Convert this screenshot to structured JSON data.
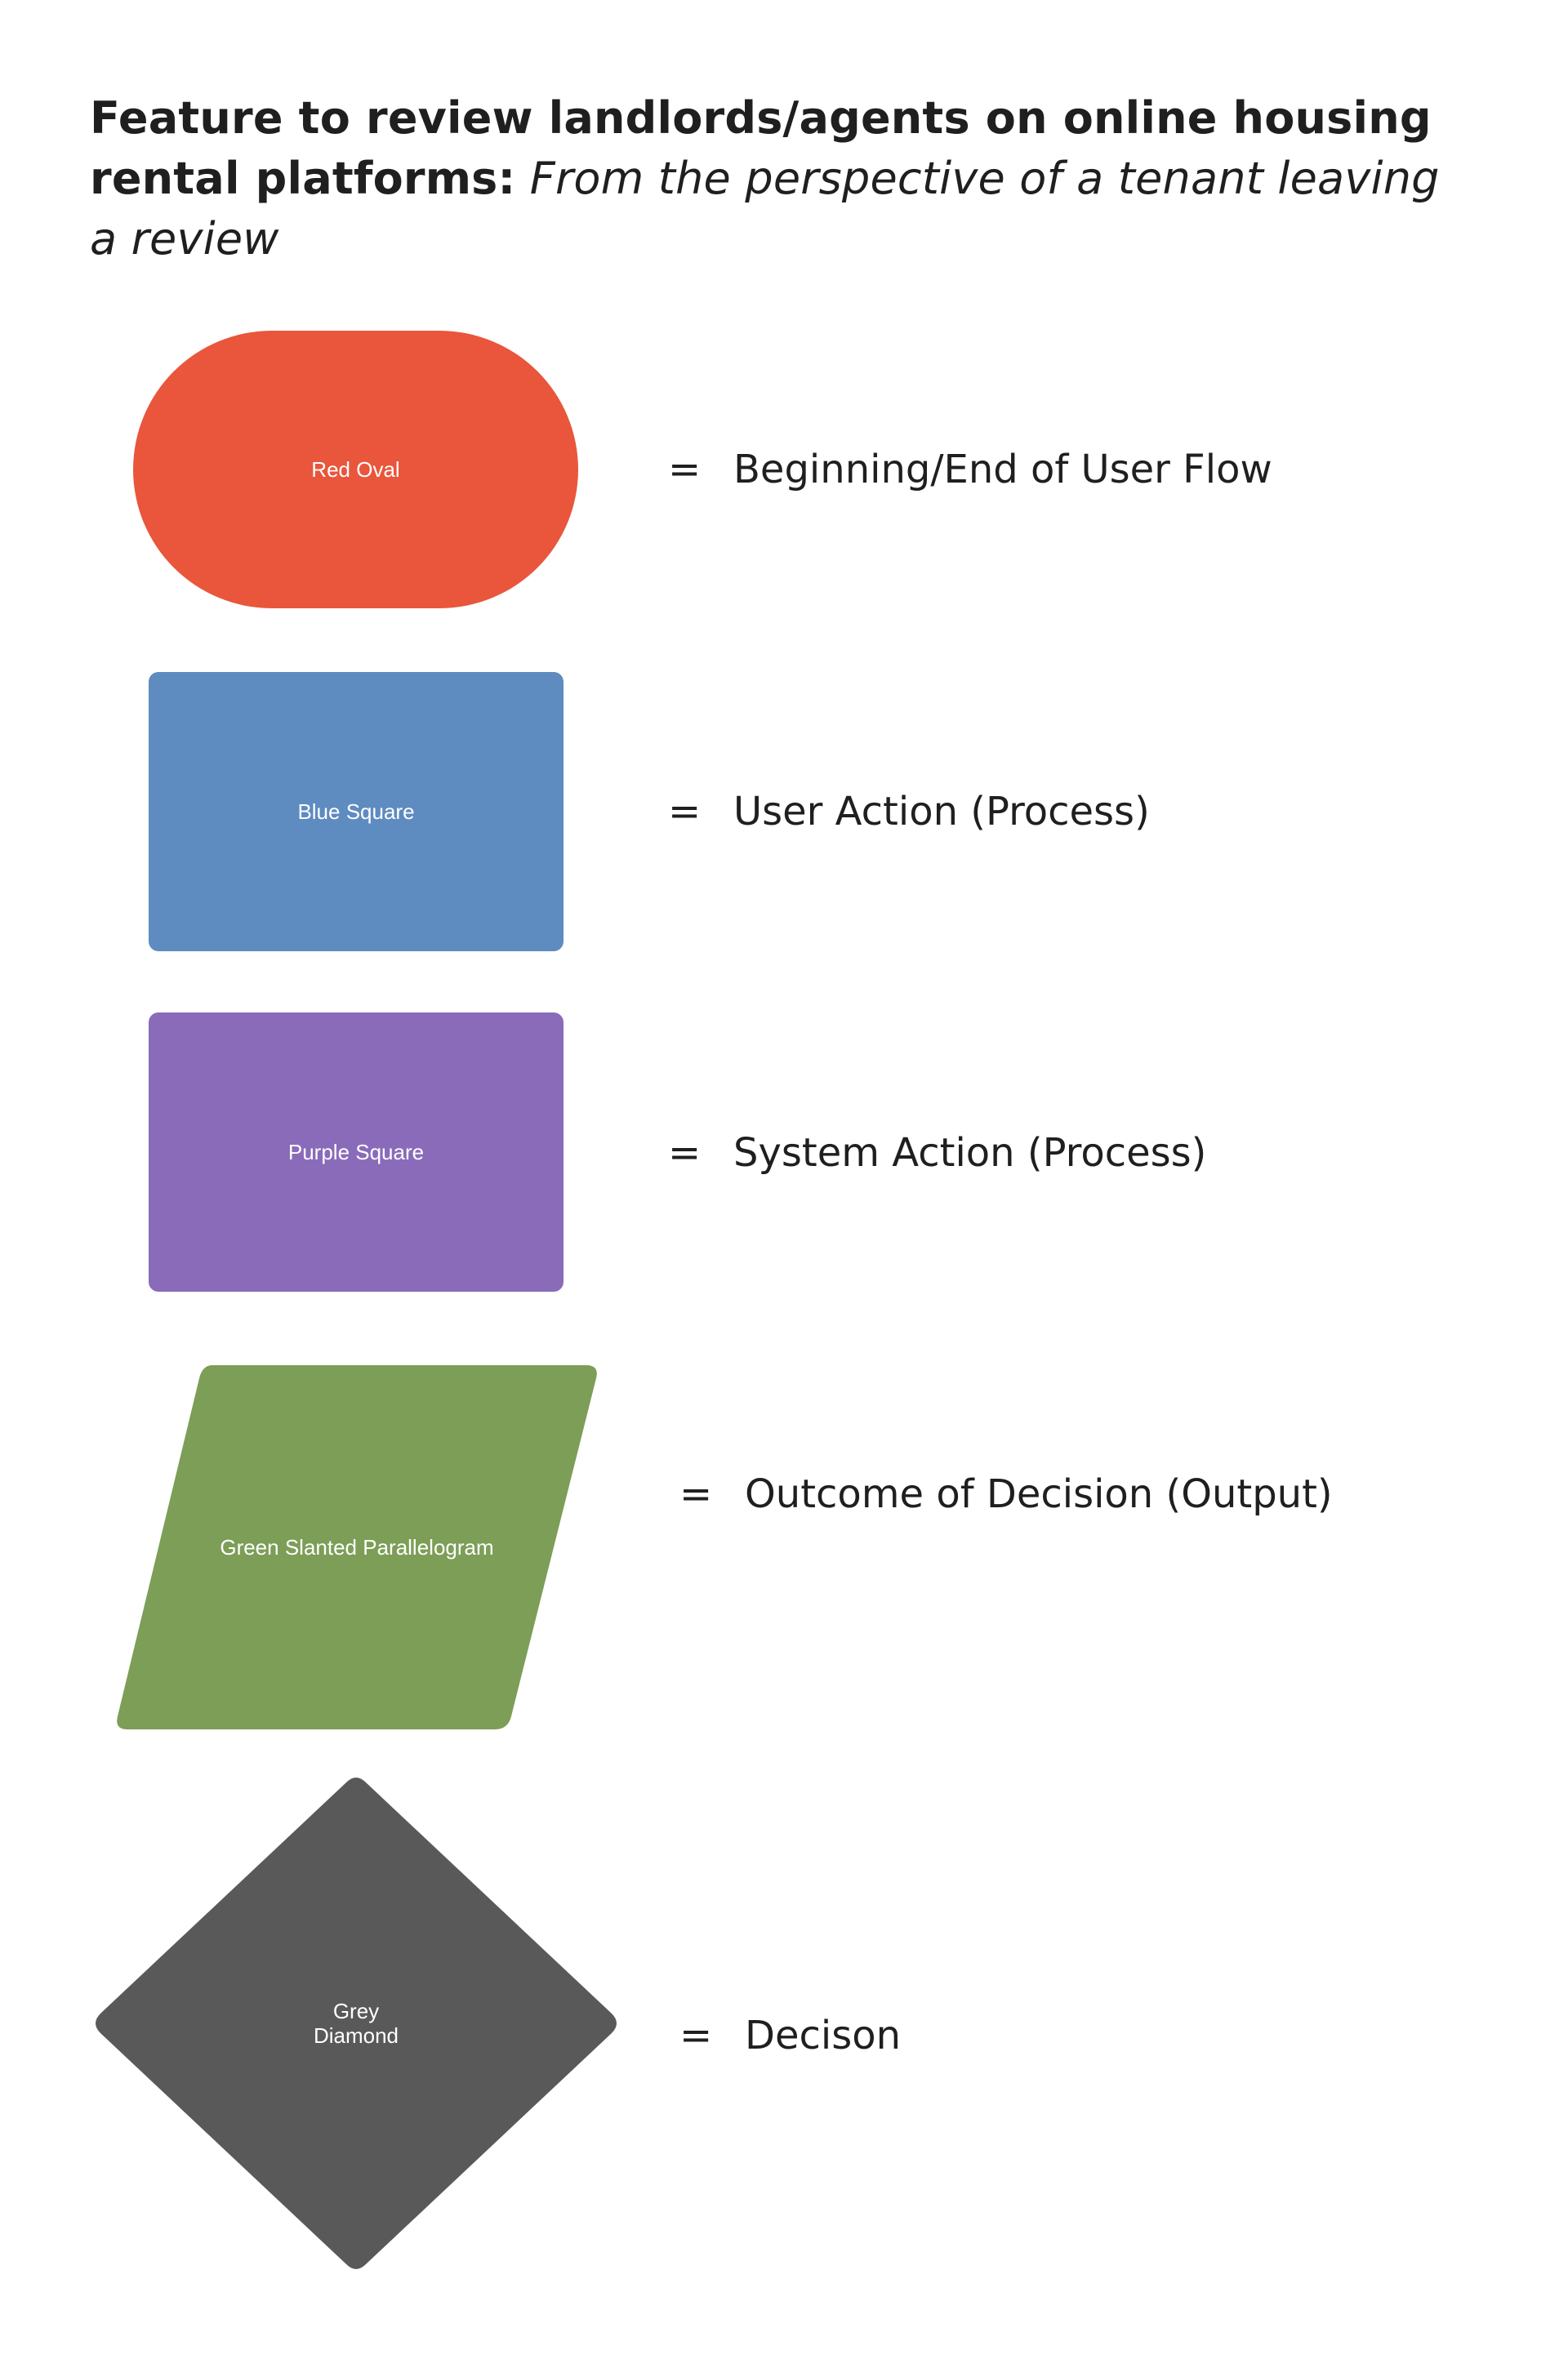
{
  "title": {
    "bold_part": "Feature to review landlords/agents on online housing rental platforms:",
    "italic_part": "From the perspective of a tenant leaving a review"
  },
  "legend": [
    {
      "shape": "oval",
      "color": "#E9563B",
      "label": "Red Oval",
      "equals": "=",
      "meaning": "Beginning/End of User Flow"
    },
    {
      "shape": "rectangle",
      "color": "#5E8BC0",
      "label": "Blue Square",
      "equals": "=",
      "meaning": "User Action (Process)"
    },
    {
      "shape": "rectangle",
      "color": "#8A6BBA",
      "label": "Purple Square",
      "equals": "=",
      "meaning": "System Action (Process)"
    },
    {
      "shape": "parallelogram",
      "color": "#7C9E57",
      "label": "Green Slanted Parallelogram",
      "equals": "=",
      "meaning": "Outcome of Decision (Output)"
    },
    {
      "shape": "diamond",
      "color": "#595959",
      "label": "Grey\nDiamond",
      "equals": "=",
      "meaning": "Decison"
    }
  ]
}
